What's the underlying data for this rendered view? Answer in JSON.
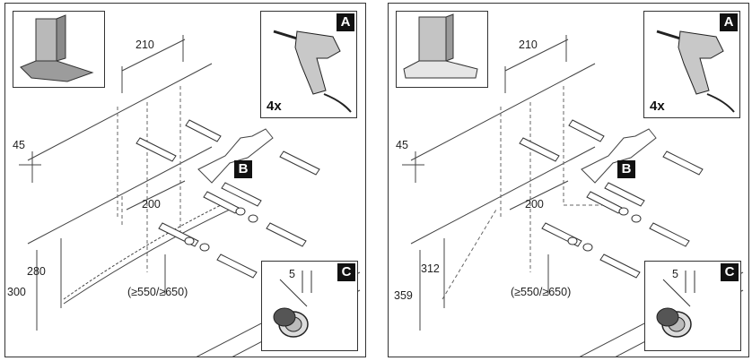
{
  "panels": [
    {
      "badge_a": "A",
      "drill_count": "4x",
      "badge_b": "B",
      "badge_c": "C",
      "dim_top_width": "210",
      "dim_lower_width": "200",
      "dim_top_offset": "45",
      "dim_inner_height": "280",
      "dim_outer_height": "300",
      "dim_clearance": "(≥550/≥650)",
      "dim_inset": "5"
    },
    {
      "badge_a": "A",
      "drill_count": "4x",
      "badge_b": "B",
      "badge_c": "C",
      "dim_top_width": "210",
      "dim_lower_width": "200",
      "dim_top_offset": "45",
      "dim_inner_height": "312",
      "dim_outer_height": "359",
      "dim_clearance": "(≥550/≥650)",
      "dim_inset": "5"
    }
  ]
}
